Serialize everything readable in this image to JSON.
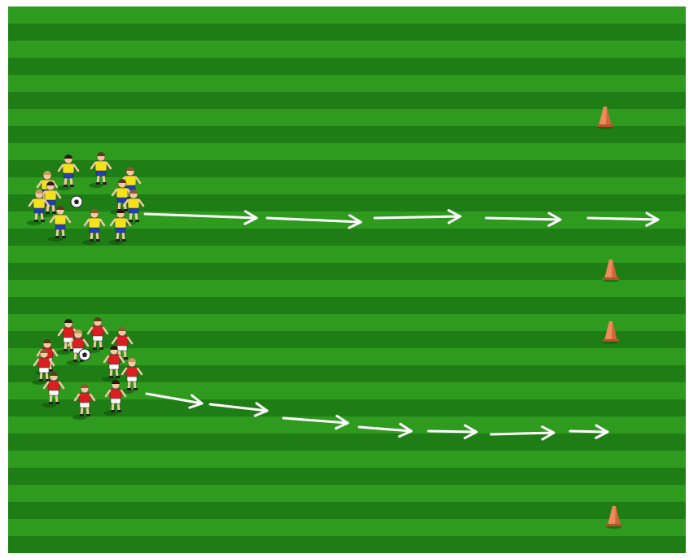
{
  "diagram": {
    "type": "soccer-drill",
    "colors": {
      "frame": "#ffffff",
      "grass_light": "#2e9b1f",
      "grass_dark": "#1f7d15",
      "arrow": "#ffffff",
      "cone": "#f08a5a",
      "cone_dark": "#b8502a",
      "team_a_shirt": "#f2e21a",
      "team_a_shorts": "#1e3fb5",
      "team_b_shirt": "#d91f1f",
      "team_b_shorts": "#ffffff",
      "ball": "#ffffff"
    },
    "groups": [
      {
        "team": "team-a",
        "players": 11,
        "has_ball": true,
        "arrow_segments": 5
      },
      {
        "team": "team-b",
        "players": 11,
        "has_ball": true,
        "arrow_segments": 7
      }
    ],
    "cones": 4
  }
}
